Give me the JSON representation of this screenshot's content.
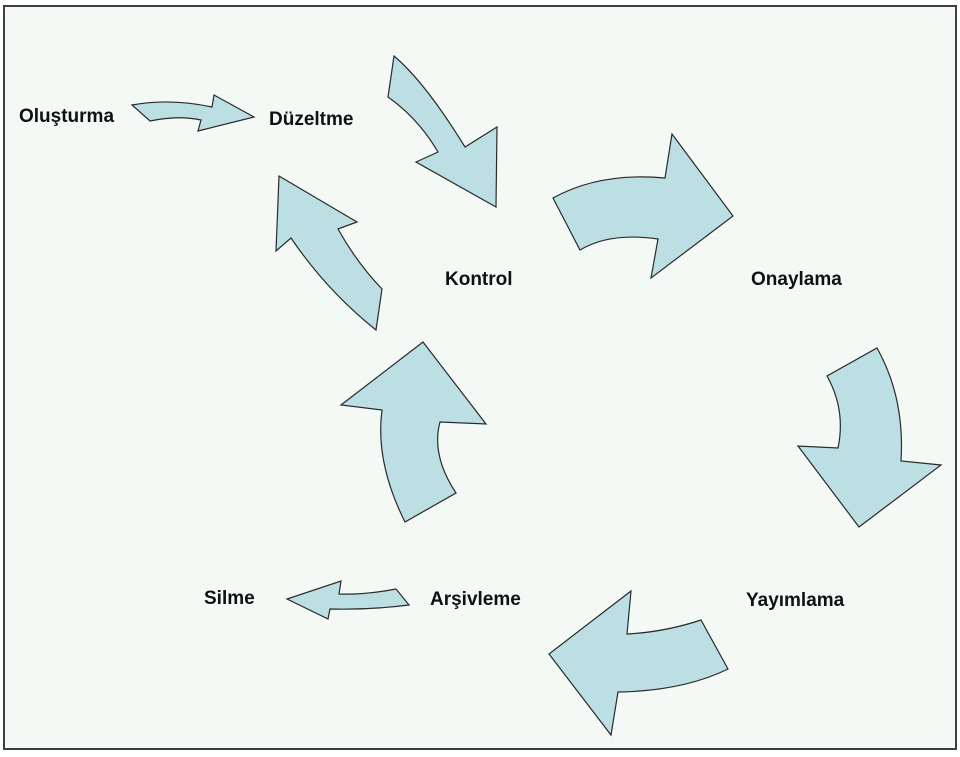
{
  "diagram": {
    "nodes": {
      "olusturma": "Oluşturma",
      "duzeltme": "Düzeltme",
      "kontrol": "Kontrol",
      "onaylama": "Onaylama",
      "yayimlama": "Yayımlama",
      "arsivleme": "Arşivleme",
      "silme": "Silme"
    },
    "arrow_color": "#bbdfe3",
    "edges": [
      {
        "from": "Oluşturma",
        "to": "Düzeltme"
      },
      {
        "from": "Düzeltme",
        "to": "Kontrol"
      },
      {
        "from": "Kontrol",
        "to": "Onaylama"
      },
      {
        "from": "Onaylama",
        "to": "Yayımlama"
      },
      {
        "from": "Yayımlama",
        "to": "Arşivleme"
      },
      {
        "from": "Arşivleme",
        "to": "Düzeltme"
      },
      {
        "from": "Arşivleme",
        "to": "Silme"
      }
    ]
  }
}
